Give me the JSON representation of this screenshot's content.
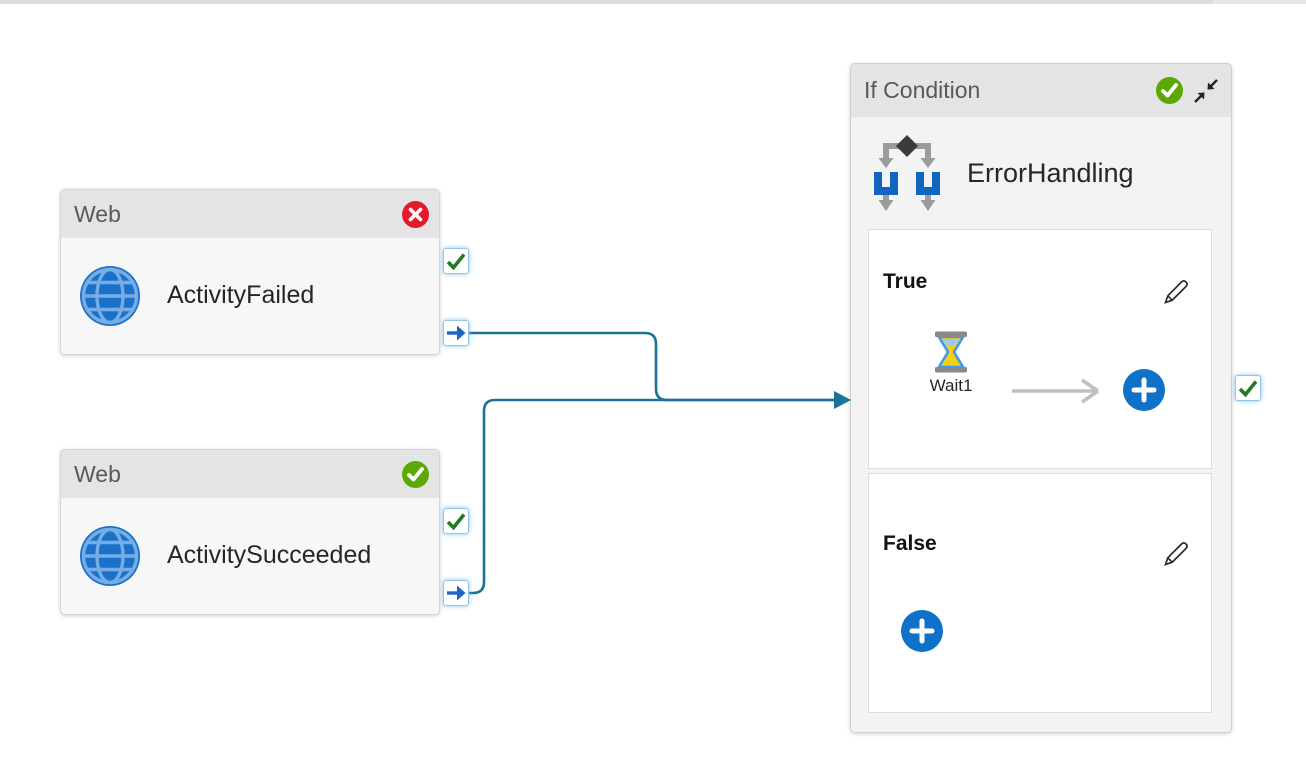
{
  "canvas": {
    "title": "pipeline designer canvas"
  },
  "activities": {
    "web1": {
      "type_label": "Web",
      "name": "ActivityFailed",
      "status": "failed"
    },
    "web2": {
      "type_label": "Web",
      "name": "ActivitySucceeded",
      "status": "succeeded"
    },
    "if_condition": {
      "type_label": "If Condition",
      "name": "ErrorHandling",
      "status": "succeeded",
      "true_label": "True",
      "false_label": "False",
      "true_activity": {
        "name": "Wait1",
        "type": "Wait"
      }
    }
  },
  "icons": {
    "web": "globe-icon",
    "if_condition": "branch-icon",
    "wait": "hourglass-icon",
    "edit": "pencil-icon",
    "add": "plus-icon",
    "collapse": "collapse-icon",
    "success_port": "check-icon",
    "output_port": "arrow-right-icon"
  },
  "colors": {
    "status_green": "#5ba902",
    "status_red": "#e11b2b",
    "accent_blue": "#0f72c8",
    "connector_teal": "#1a7397",
    "port_border_blue": "#93c4ea",
    "header_gray": "#e4e4e4",
    "node_bg": "#f7f7f7"
  }
}
